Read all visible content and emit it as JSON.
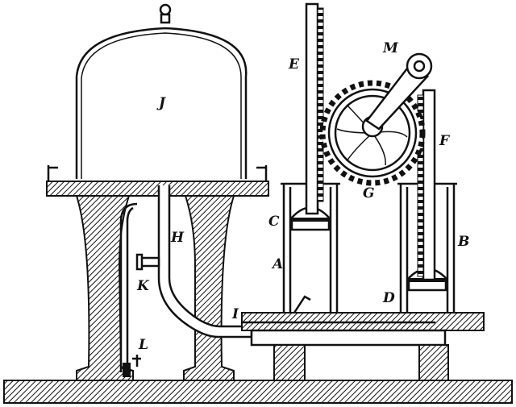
{
  "title": "Air pump apparatus",
  "labels": {
    "J": "J",
    "E": "E",
    "M": "M",
    "G": "G",
    "F": "F",
    "C": "C",
    "H": "H",
    "B": "B",
    "A": "A",
    "K": "K",
    "D": "D",
    "I": "I",
    "L": "L"
  },
  "colors": {
    "ink": "#111111",
    "paper": "#ffffff"
  }
}
